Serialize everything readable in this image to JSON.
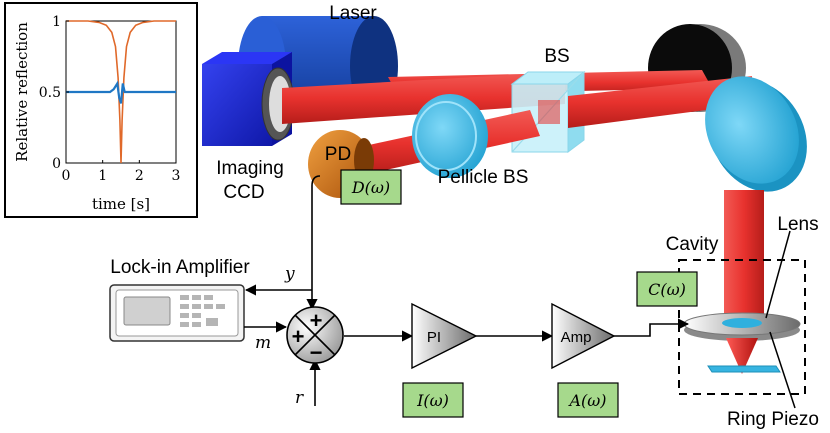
{
  "labels": {
    "laser": "Laser",
    "bs": "BS",
    "pd": "PD",
    "imaging": "Imaging",
    "ccd": "CCD",
    "pellicle_bs": "Pellicle BS",
    "cavity": "Cavity",
    "lens": "Lens",
    "ring_piezo": "Ring Piezo",
    "lockin": "Lock-in Amplifier",
    "pi": "PI",
    "amp": "Amp"
  },
  "transfer_functions": {
    "detector": "D(ω)",
    "cavity": "C(ω)",
    "controller": "I(ω)",
    "amplifier": "A(ω)"
  },
  "signals": {
    "y": "y",
    "m": "m",
    "r": "r"
  },
  "summing_junction": {
    "top": "+",
    "left": "+",
    "bottom": "−"
  },
  "colors": {
    "beam": "#e8322e",
    "laser_body": "#1f4fbf",
    "imaging_ccd": "#1a24d6",
    "pd": "#d9730f",
    "optic_cyan": "#3ab8e6",
    "tf_box": "#a6d98c"
  },
  "inset": {
    "ylabel": "Relative reflection",
    "xlabel": "time [s]",
    "x_ticks": [
      "0",
      "1",
      "2",
      "3"
    ],
    "y_ticks": [
      "0",
      "0.5",
      "1"
    ]
  },
  "chart_data": {
    "type": "line",
    "title": "",
    "xlabel": "time [s]",
    "ylabel": "Relative reflection",
    "xlim": [
      0,
      3
    ],
    "ylim": [
      0,
      1
    ],
    "grid": false,
    "series": [
      {
        "color": "#e0692a",
        "x": [
          0.0,
          0.6,
          0.9,
          1.1,
          1.25,
          1.35,
          1.42,
          1.47,
          1.5,
          1.53,
          1.58,
          1.65,
          1.75,
          1.9,
          2.1,
          2.4,
          2.7,
          3.0
        ],
        "y": [
          1.0,
          1.0,
          0.99,
          0.97,
          0.92,
          0.82,
          0.6,
          0.3,
          0.0,
          0.3,
          0.6,
          0.82,
          0.92,
          0.97,
          0.99,
          1.0,
          1.0,
          1.0
        ]
      },
      {
        "color": "#1f77c4",
        "x": [
          0.0,
          0.3,
          0.6,
          0.9,
          1.1,
          1.2,
          1.3,
          1.4,
          1.45,
          1.5,
          1.55,
          1.6,
          1.7,
          1.8,
          1.9,
          2.2,
          2.5,
          2.8,
          3.0
        ],
        "y": [
          0.5,
          0.5,
          0.5,
          0.5,
          0.5,
          0.5,
          0.52,
          0.56,
          0.46,
          0.42,
          0.56,
          0.5,
          0.5,
          0.5,
          0.5,
          0.5,
          0.5,
          0.5,
          0.5
        ]
      }
    ]
  }
}
